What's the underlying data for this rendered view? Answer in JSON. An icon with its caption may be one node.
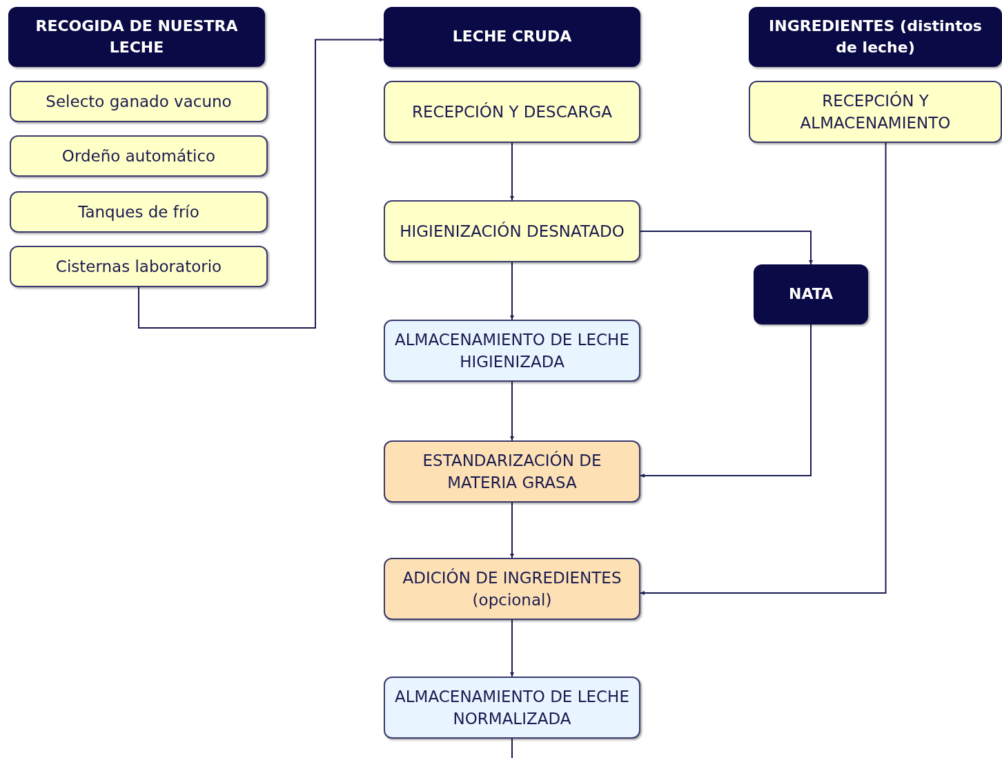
{
  "diagram": {
    "nodes": [
      {
        "text": [
          "RECOGIDA DE NUESTRA LECHE"
        ]
      },
      {
        "text": [
          "Selecto ganado vacuno"
        ]
      },
      {
        "text": [
          "Ordeño automático"
        ]
      },
      {
        "text": [
          "Tanques de frío"
        ]
      },
      {
        "text": [
          "Cisternas laboratorio"
        ]
      },
      {
        "text": [
          "LECHE CRUDA"
        ]
      },
      {
        "text": [
          "RECEPCIÓN Y DESCARGA"
        ]
      },
      {
        "text": [
          "HIGIENIZACIÓN DESNATADO"
        ]
      },
      {
        "text": [
          "ALMACENAMIENTO DE LECHE HIGIENIZADA"
        ]
      },
      {
        "text": [
          "ESTANDARIZACIÓN DE MATERIA GRASA"
        ]
      },
      {
        "text": [
          "ADICIÓN DE INGREDIENTES (opcional)"
        ]
      },
      {
        "text": [
          "ALMACENAMIENTO DE LECHE NORMALIZADA"
        ]
      },
      {
        "text": [
          "INGREDIENTES (distintos de leche)"
        ]
      },
      {
        "text": [
          "RECEPCIÓN Y ALMACENAMIENTO"
        ]
      },
      {
        "text": [
          "NATA"
        ]
      }
    ],
    "edges": [
      {
        "from": 4,
        "to": 5,
        "arrow": "to"
      },
      {
        "from": 6,
        "to": 7,
        "arrow": "to"
      },
      {
        "from": 7,
        "to": 8,
        "arrow": "to"
      },
      {
        "from": 8,
        "to": 9,
        "arrow": "to"
      },
      {
        "from": 9,
        "to": 10,
        "arrow": "to"
      },
      {
        "from": 10,
        "to": 11,
        "arrow": "to"
      },
      {
        "from": 7,
        "to": 14,
        "arrow": "to"
      },
      {
        "from": 14,
        "to": 9,
        "arrow": "to"
      },
      {
        "from": 13,
        "to": 10,
        "arrow": "to"
      },
      {
        "from": 11,
        "to": null,
        "arrow": "none"
      }
    ]
  }
}
